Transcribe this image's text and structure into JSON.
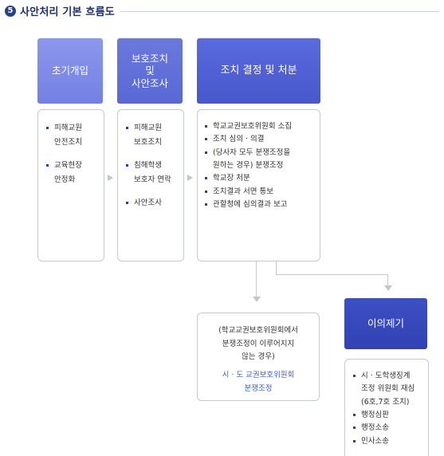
{
  "title": {
    "icon_text": "5",
    "text": "사안처리 기본 흐름도"
  },
  "stages": [
    {
      "header": "초기개입",
      "items": [
        "피해교원\n안전조치",
        "교육현장\n안정화"
      ]
    },
    {
      "header": "보호조치\n및\n사안조사",
      "items": [
        "피해교원\n보호조치",
        "침해학생\n보호자 연락",
        "사안조사"
      ]
    },
    {
      "header": "조치 결정 및 처분",
      "items": [
        "학교교권보호위원회 소집",
        "조치 심의 · 의결",
        "(당사자 모두 분쟁조정을\n원하는 경우) 분쟁조정",
        "학교장 처분",
        "조치결과 서면 통보",
        "관할청에 심의결과 보고"
      ]
    }
  ],
  "mediation": {
    "condition": "(학교교권보호위원회에서\n분쟁조정이 이루어지지\n않는 경우)",
    "result": "시 · 도 교권보호위원회\n분쟁조정"
  },
  "appeal": {
    "header": "이의제기",
    "items": [
      "시 · 도학생징계\n조정 위원회 재심\n(6호,7호 조치)",
      "행정심판",
      "행정소송",
      "민사소송"
    ]
  }
}
